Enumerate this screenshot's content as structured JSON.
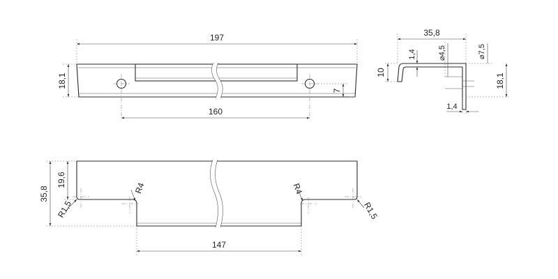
{
  "drawing": {
    "colors": {
      "line": "#2a2a2a",
      "dimension": "#444444",
      "background": "#ffffff"
    },
    "front_view": {
      "overall_length": "197",
      "hole_spacing": "160",
      "height": "18,1",
      "hole_offset": "7"
    },
    "side_view": {
      "depth": "35,8",
      "lip_thickness": "1,4",
      "hole_small": "⌀4,5",
      "hole_large": "⌀7,5",
      "lip_height": "10",
      "height": "18,1",
      "wall_thickness": "1,4"
    },
    "top_view": {
      "depth": "35,8",
      "inner_depth": "19,6",
      "radius_left_inner": "R4",
      "radius_right_inner": "R4",
      "radius_left_outer": "R1,5",
      "radius_right_outer": "R1,5",
      "grip_length": "147"
    }
  }
}
